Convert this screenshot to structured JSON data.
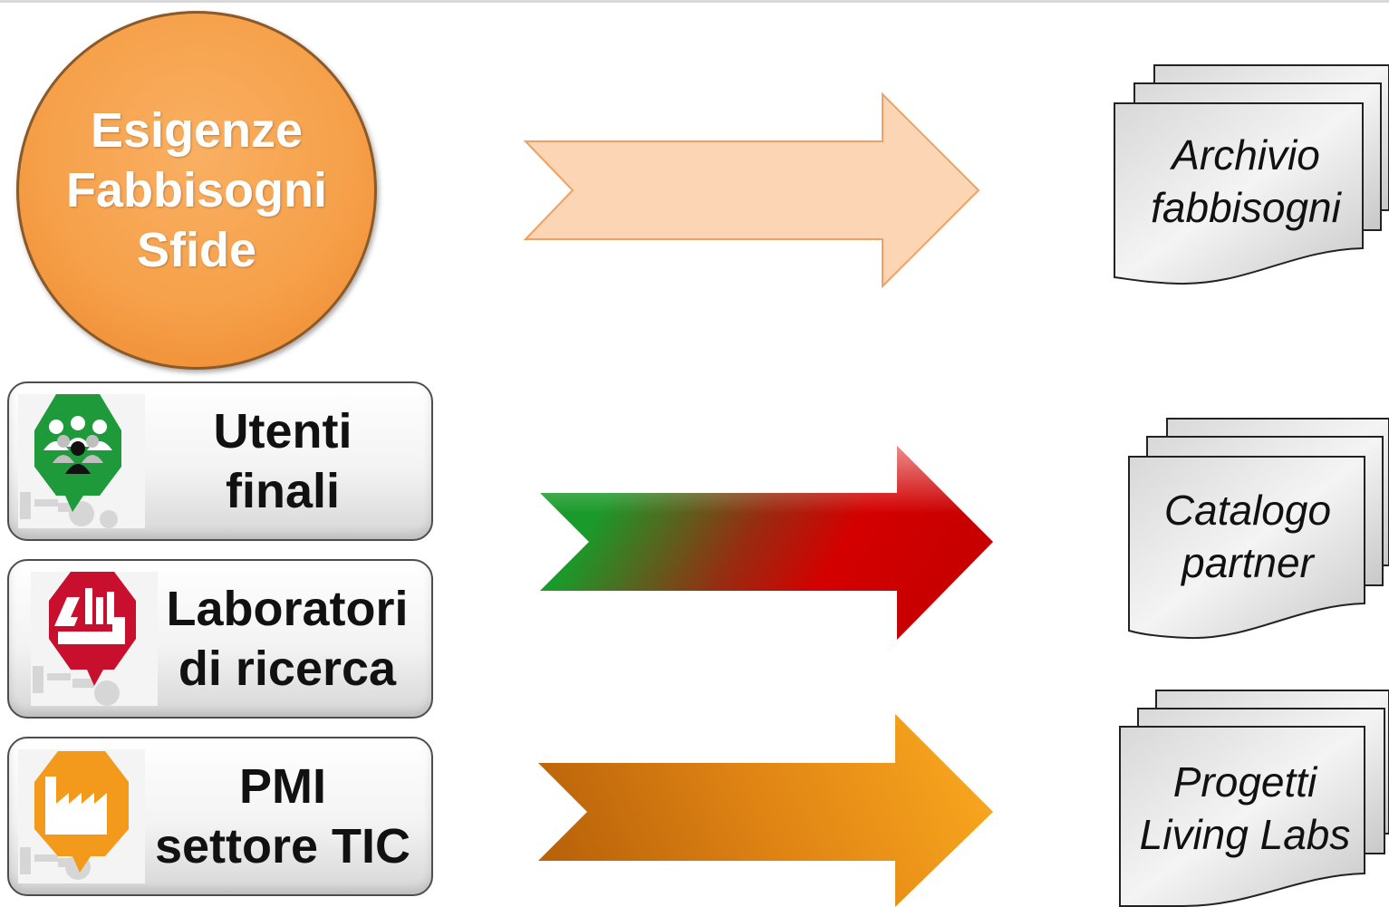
{
  "circle": {
    "line1": "Esigenze",
    "line2": "Fabbisogni",
    "line3": "Sfide"
  },
  "actors": [
    {
      "line1": "Utenti",
      "line2": "finali",
      "color": "#1f9a3b",
      "icon": "users-group-icon"
    },
    {
      "line1": "Laboratori",
      "line2": "di ricerca",
      "color": "#c8102e",
      "icon": "microscope-icon"
    },
    {
      "line1": "PMI",
      "line2": "settore TIC",
      "color": "#f39a1c",
      "icon": "factory-icon"
    }
  ],
  "arrows": [
    {
      "fill": "#fcd5b4",
      "stroke": "#f0a060"
    },
    {
      "from": "#1a9a2a",
      "to": "#d40000"
    },
    {
      "from": "#c06a08",
      "to": "#f7a21f"
    }
  ],
  "documents": [
    {
      "line1": "Archivio",
      "line2": "fabbisogni"
    },
    {
      "line1": "Catalogo",
      "line2": "partner"
    },
    {
      "line1": "Progetti",
      "line2": "Living Labs"
    }
  ]
}
